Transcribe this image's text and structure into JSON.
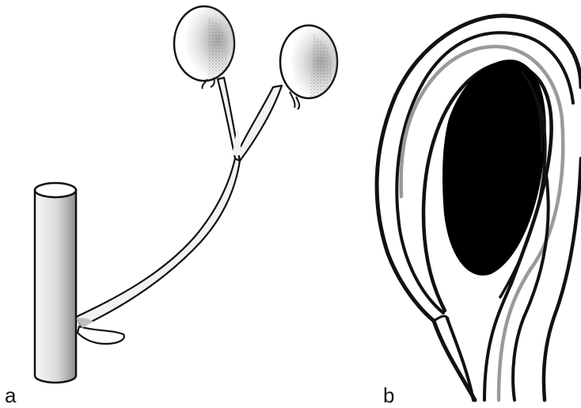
{
  "panels": [
    {
      "id": "a",
      "label": "a"
    },
    {
      "id": "b",
      "label": "b"
    }
  ],
  "colors": {
    "outline": "#111111",
    "background": "#ffffff",
    "stipple": "#8a8a8a",
    "shade": "#bfbfbf",
    "gray_stripe": "#9a9a9a",
    "dark_mass": "#000000"
  }
}
